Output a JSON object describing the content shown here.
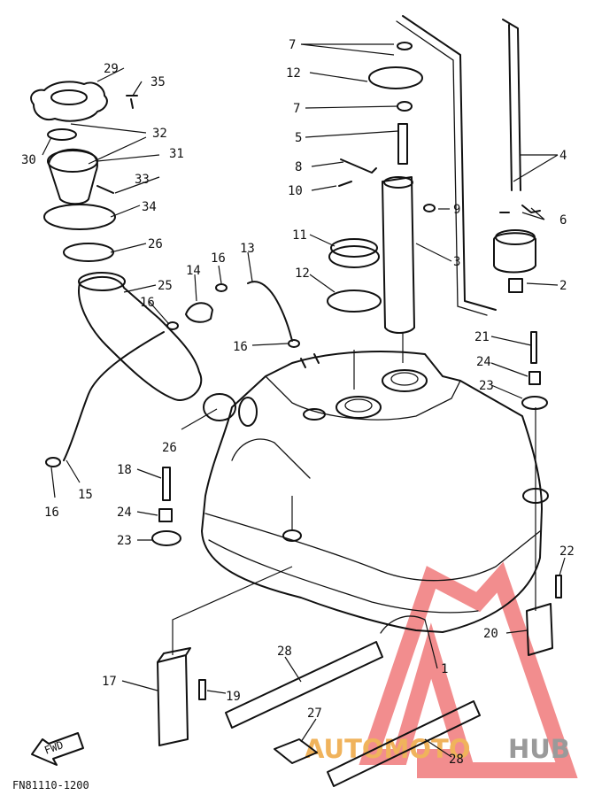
{
  "diagram": {
    "figure_code": "FN81110-1200",
    "fwd_label": "FWD",
    "watermark": {
      "part1": "AUTOMOTO",
      "part2": "HUB",
      "color_red": "#f0797a",
      "color_orange": "#f0b35c",
      "color_gray": "#9a9a9a"
    },
    "callouts": [
      {
        "id": "c1",
        "text": "1"
      },
      {
        "id": "c2",
        "text": "2"
      },
      {
        "id": "c3",
        "text": "3"
      },
      {
        "id": "c4",
        "text": "4"
      },
      {
        "id": "c5",
        "text": "5"
      },
      {
        "id": "c6",
        "text": "6"
      },
      {
        "id": "c7a",
        "text": "7"
      },
      {
        "id": "c7b",
        "text": "7"
      },
      {
        "id": "c8",
        "text": "8"
      },
      {
        "id": "c9",
        "text": "9"
      },
      {
        "id": "c10",
        "text": "10"
      },
      {
        "id": "c11",
        "text": "11"
      },
      {
        "id": "c12a",
        "text": "12"
      },
      {
        "id": "c12b",
        "text": "12"
      },
      {
        "id": "c13",
        "text": "13"
      },
      {
        "id": "c14",
        "text": "14"
      },
      {
        "id": "c15",
        "text": "15"
      },
      {
        "id": "c16a",
        "text": "16"
      },
      {
        "id": "c16b",
        "text": "16"
      },
      {
        "id": "c16c",
        "text": "16"
      },
      {
        "id": "c16d",
        "text": "16"
      },
      {
        "id": "c17",
        "text": "17"
      },
      {
        "id": "c18",
        "text": "18"
      },
      {
        "id": "c19",
        "text": "19"
      },
      {
        "id": "c20",
        "text": "20"
      },
      {
        "id": "c21",
        "text": "21"
      },
      {
        "id": "c22",
        "text": "22"
      },
      {
        "id": "c23a",
        "text": "23"
      },
      {
        "id": "c23b",
        "text": "23"
      },
      {
        "id": "c24a",
        "text": "24"
      },
      {
        "id": "c24b",
        "text": "24"
      },
      {
        "id": "c25",
        "text": "25"
      },
      {
        "id": "c26a",
        "text": "26"
      },
      {
        "id": "c26b",
        "text": "26"
      },
      {
        "id": "c27",
        "text": "27"
      },
      {
        "id": "c28a",
        "text": "28"
      },
      {
        "id": "c28b",
        "text": "28"
      },
      {
        "id": "c29",
        "text": "29"
      },
      {
        "id": "c30",
        "text": "30"
      },
      {
        "id": "c31",
        "text": "31"
      },
      {
        "id": "c32",
        "text": "32"
      },
      {
        "id": "c33",
        "text": "33"
      },
      {
        "id": "c34",
        "text": "34"
      },
      {
        "id": "c35",
        "text": "35"
      }
    ]
  }
}
